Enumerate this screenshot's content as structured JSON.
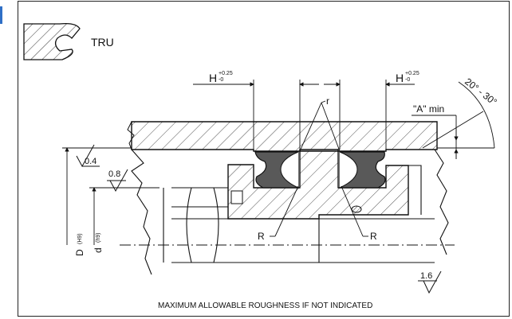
{
  "profile": {
    "code": "TRU"
  },
  "dimensions": {
    "groove_width_left": {
      "symbol": "H",
      "tol_upper": "+0.25",
      "tol_lower": "-0"
    },
    "groove_width_right": {
      "symbol": "H",
      "tol_upper": "+0.25",
      "tol_lower": "-0"
    },
    "radius_small": "r",
    "radius_left": "R",
    "radius_right": "R",
    "chamfer_length": "\"A\" min",
    "chamfer_angle": "20° - 30°",
    "bore_diameter": {
      "symbol": "D",
      "fit": "(H9)"
    },
    "rod_diameter": {
      "symbol": "d",
      "fit": "(h9)"
    }
  },
  "roughness": {
    "bore": "0.4",
    "rod": "0.8",
    "general": "1.6"
  },
  "footer_note": "MAXIMUM ALLOWABLE ROUGHNESS IF NOT INDICATED",
  "colors": {
    "seal": "#595959",
    "line": "#111111",
    "accent": "#2f6fc6"
  }
}
